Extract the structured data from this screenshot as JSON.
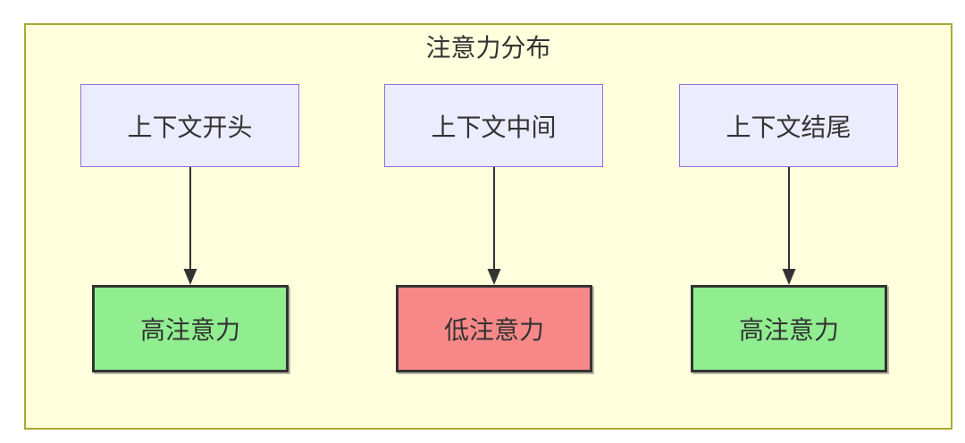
{
  "diagram": {
    "title": "注意力分布",
    "columns": [
      {
        "source": "上下文开头",
        "target": "高注意力",
        "attention": "high"
      },
      {
        "source": "上下文中间",
        "target": "低注意力",
        "attention": "low"
      },
      {
        "source": "上下文结尾",
        "target": "高注意力",
        "attention": "high"
      }
    ],
    "colors": {
      "canvas_bg": "#ffffff",
      "container_bg": "#ffffde",
      "container_border": "#aaaa33",
      "source_bg": "#ececff",
      "source_border": "#9370db",
      "high_attention_bg": "#90ee90",
      "low_attention_bg": "#f88888",
      "target_border": "#333333",
      "arrow": "#333333",
      "text": "#333333"
    }
  }
}
